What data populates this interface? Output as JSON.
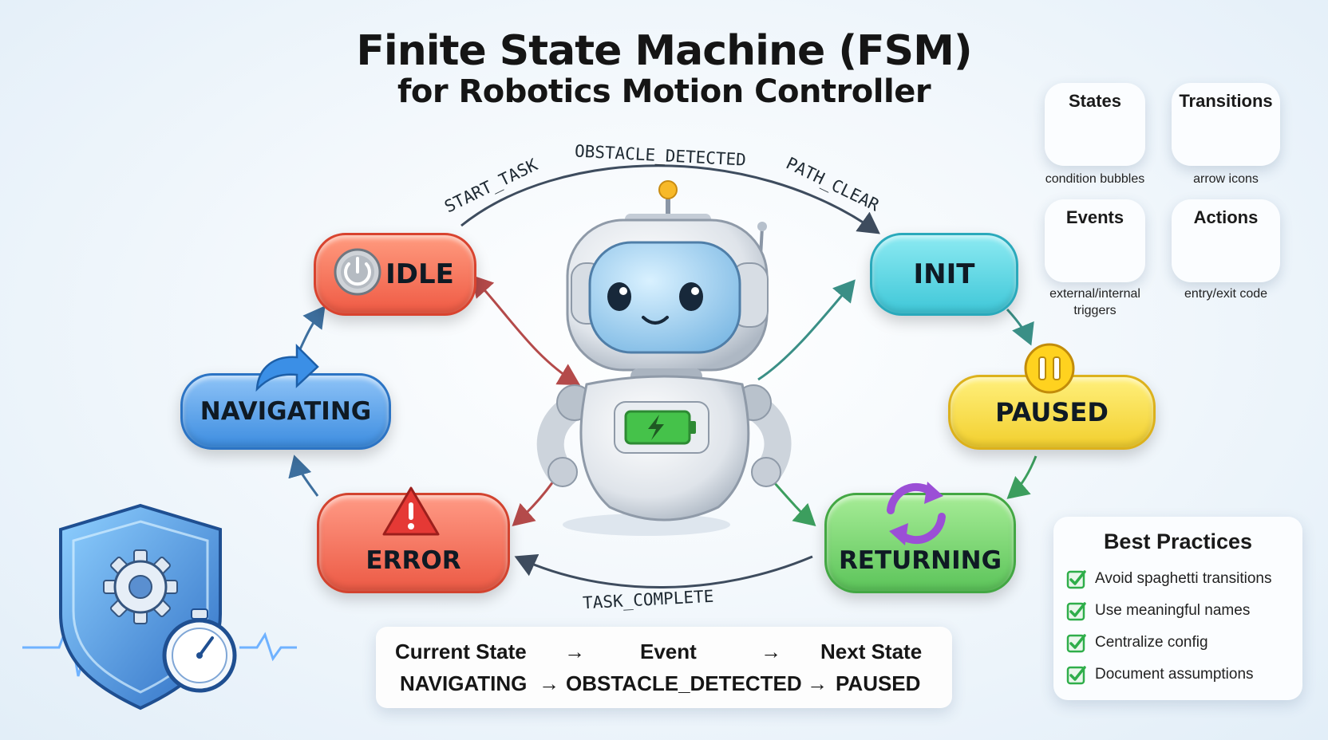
{
  "title": {
    "line1": "Finite State Machine (FSM)",
    "line2": "for Robotics Motion Controller"
  },
  "states": {
    "idle": "IDLE",
    "init": "INIT",
    "paused": "PAUSED",
    "navigating": "NAVIGATING",
    "error": "ERROR",
    "returning": "RETURNING"
  },
  "events": {
    "start_task": "START_TASK",
    "obstacle_detected": "OBSTACLE_DETECTED",
    "path_clear": "PATH_CLEAR",
    "task_complete": "TASK_COMPLETE"
  },
  "legend": {
    "states": {
      "title": "States",
      "caption": "condition bubbles",
      "icon": "sphere-icon"
    },
    "transitions": {
      "title": "Transitions",
      "caption": "arrow icons",
      "icon": "arrow-icon"
    },
    "events": {
      "title": "Events",
      "caption_line1": "external/internal",
      "caption_line2": "triggers",
      "icon": "lightning-icon"
    },
    "actions": {
      "title": "Actions",
      "caption": "entry/exit code",
      "icon": "gear-icon"
    }
  },
  "best_practices": {
    "title": "Best Practices",
    "items": [
      "Avoid spaghetti transitions",
      "Use meaningful names",
      "Centralize config",
      "Document assumptions"
    ]
  },
  "transition_table": {
    "header": {
      "current": "Current State",
      "event": "Event",
      "next": "Next State",
      "arrow": "→"
    },
    "example": {
      "current": "NAVIGATING",
      "event": "OBSTACLE_DETECTED",
      "next": "PAUSED",
      "arrow": "→"
    }
  },
  "colors": {
    "idle": "#ef5a44",
    "init": "#3fc7d8",
    "paused": "#f2cf2e",
    "navigating": "#3d8de0",
    "error": "#ec5a45",
    "returning": "#5cc45a",
    "check": "#2fae4a"
  }
}
